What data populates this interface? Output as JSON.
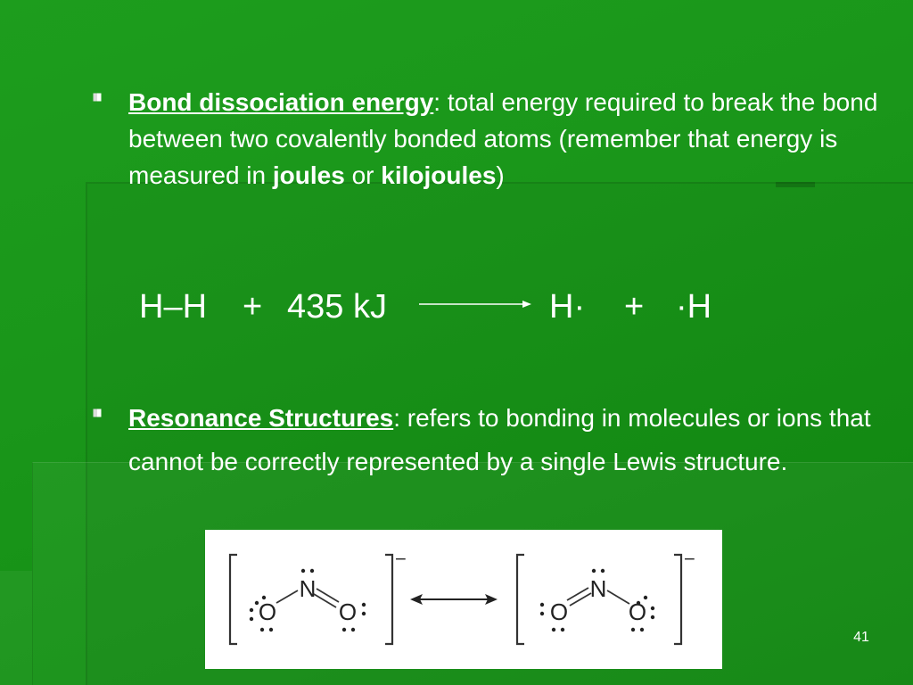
{
  "bullets": [
    {
      "term": "Bond dissociation energy",
      "segments": [
        {
          "text": ": total energy required to break the bond between two covalently bonded atoms (remember that energy is measured in ",
          "bold": false
        },
        {
          "text": "joules",
          "bold": true
        },
        {
          "text": " or ",
          "bold": false
        },
        {
          "text": "kilojoules",
          "bold": true
        },
        {
          "text": ")",
          "bold": false
        }
      ]
    },
    {
      "term": "Resonance Structures",
      "segments": [
        {
          "text": ": refers to bonding in molecules or ions that cannot be correctly represented by a single Lewis structure.",
          "bold": false
        }
      ]
    }
  ],
  "equation": {
    "reactant": "H–H",
    "plus1": "+",
    "energy": "435 kJ",
    "product1": "H·",
    "plus2": "+",
    "product2": "·H"
  },
  "figure": {
    "left_structure": {
      "atom_left": "O",
      "atom_center": "N",
      "atom_right": "O",
      "charge": "−"
    },
    "right_structure": {
      "atom_left": "O",
      "atom_center": "N",
      "atom_right": "O",
      "charge": "−"
    }
  },
  "page_number": "41",
  "colors": {
    "background": "#1a961a",
    "text": "#ffffff",
    "bullet": "#ffffff"
  },
  "icons": {
    "bullet": "square-bullet-icon",
    "reaction_arrow": "right-arrow-icon",
    "resonance_arrow": "double-headed-arrow-icon"
  }
}
